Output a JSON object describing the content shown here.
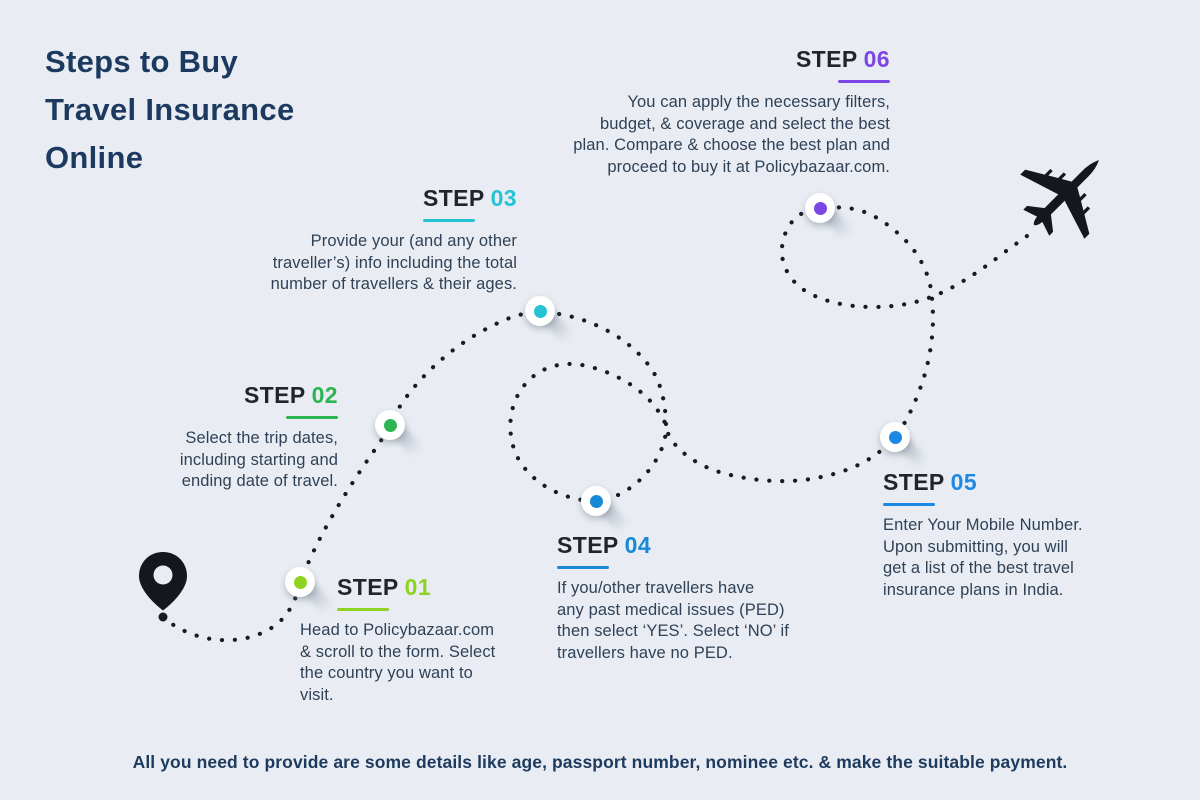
{
  "title": "Steps to Buy\nTravel Insurance\nOnline",
  "footer": "All you need to provide are some details like age, passport number, nominee etc. & make the suitable payment.",
  "colors": {
    "background": "#e9edf3",
    "title_text": "#1c3a5f",
    "body_text": "#2f4156",
    "step_word": "#20242c",
    "route_dots": "#171b22",
    "pin_and_plane": "#14181d"
  },
  "icons": {
    "start_pin": "map-pin-icon",
    "end_plane": "airplane-icon"
  },
  "steps": [
    {
      "label": "STEP",
      "number": "01",
      "color": "#8ed321",
      "text": "Head to Policybazaar.com\n& scroll to the form. Select\nthe country you want to\nvisit."
    },
    {
      "label": "STEP",
      "number": "02",
      "color": "#2db553",
      "text": "Select the trip dates,\nincluding starting and\nending date of travel."
    },
    {
      "label": "STEP",
      "number": "03",
      "color": "#24c4d4",
      "text": "Provide your (and any other\ntraveller’s) info including the total\nnumber of travellers & their ages."
    },
    {
      "label": "STEP",
      "number": "04",
      "color": "#1789d6",
      "text": "If you/other travellers have\nany past medical issues (PED)\nthen select ‘YES’. Select ‘NO’ if\ntravellers have no PED."
    },
    {
      "label": "STEP",
      "number": "05",
      "color": "#1e88e5",
      "text": "Enter Your Mobile Number.\nUpon submitting, you will\nget a list of the best travel\ninsurance plans in India."
    },
    {
      "label": "STEP",
      "number": "06",
      "color": "#7c45e6",
      "text": "You can apply the necessary filters,\nbudget, & coverage and select the best\nplan. Compare & choose the best plan and\nproceed to buy it at Policybazaar.com."
    }
  ]
}
